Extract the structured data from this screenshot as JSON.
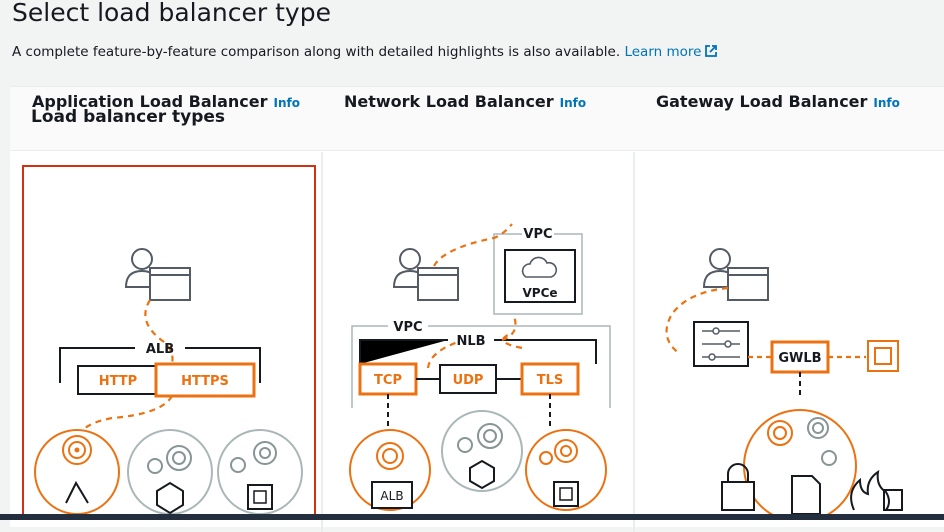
{
  "page": {
    "title": "Select load balancer type",
    "subtitle": "A complete feature-by-feature comparison along with detailed highlights is also available.",
    "learn_more": "Learn more"
  },
  "panel": {
    "title": "Load balancer types"
  },
  "cards": [
    {
      "title": "Application Load Balancer",
      "info": "Info",
      "selected": true,
      "labels": {
        "alb": "ALB",
        "http": "HTTP",
        "https": "HTTPS"
      }
    },
    {
      "title": "Network Load Balancer",
      "info": "Info",
      "selected": false,
      "labels": {
        "vpc_top": "VPC",
        "vpce": "VPCe",
        "vpc": "VPC",
        "nlb": "NLB",
        "tcp": "TCP",
        "udp": "UDP",
        "tls": "TLS",
        "alb": "ALB"
      }
    },
    {
      "title": "Gateway Load Balancer",
      "info": "Info",
      "selected": false,
      "labels": {
        "gwlb": "GWLB"
      }
    }
  ],
  "colors": {
    "accent": "#ec7211",
    "link": "#0073bb",
    "selected_border": "#d13212",
    "icon_gray": "#545b64"
  }
}
